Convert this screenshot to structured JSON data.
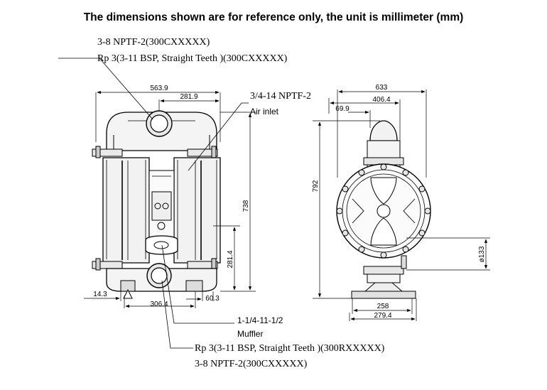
{
  "title": "The dimensions shown are for reference only, the unit is millimeter (mm)",
  "annotations": {
    "inlet_line1": "3-8 NPTF-2(300CXXXXX)",
    "inlet_line2": "Rp 3(3-11 BSP, Straight Teeth )(300CXXXXX)",
    "air_inlet_size": "3/4-14 NPTF-2",
    "air_inlet_label": "Air inlet",
    "muffler_size": "1-1/4-11-1/2",
    "muffler_label": "Muffler",
    "outlet_line1": "Rp 3(3-11 BSP, Straight Teeth )(300RXXXXX)",
    "outlet_line2": "3-8 NPTF-2(300CXXXXX)"
  },
  "dimensions": {
    "overall_width": "563.9",
    "half_width": "281.9",
    "height": "738",
    "inlet_height": "281.4",
    "foot_offset": "14.3",
    "base_width": "306.4",
    "foot_width": "60.3",
    "side_width": "633",
    "side_offset": "406.4",
    "side_small": "69.9",
    "side_height": "792",
    "port_diameter": "ø133",
    "base_258": "258",
    "base_279": "279.4"
  }
}
